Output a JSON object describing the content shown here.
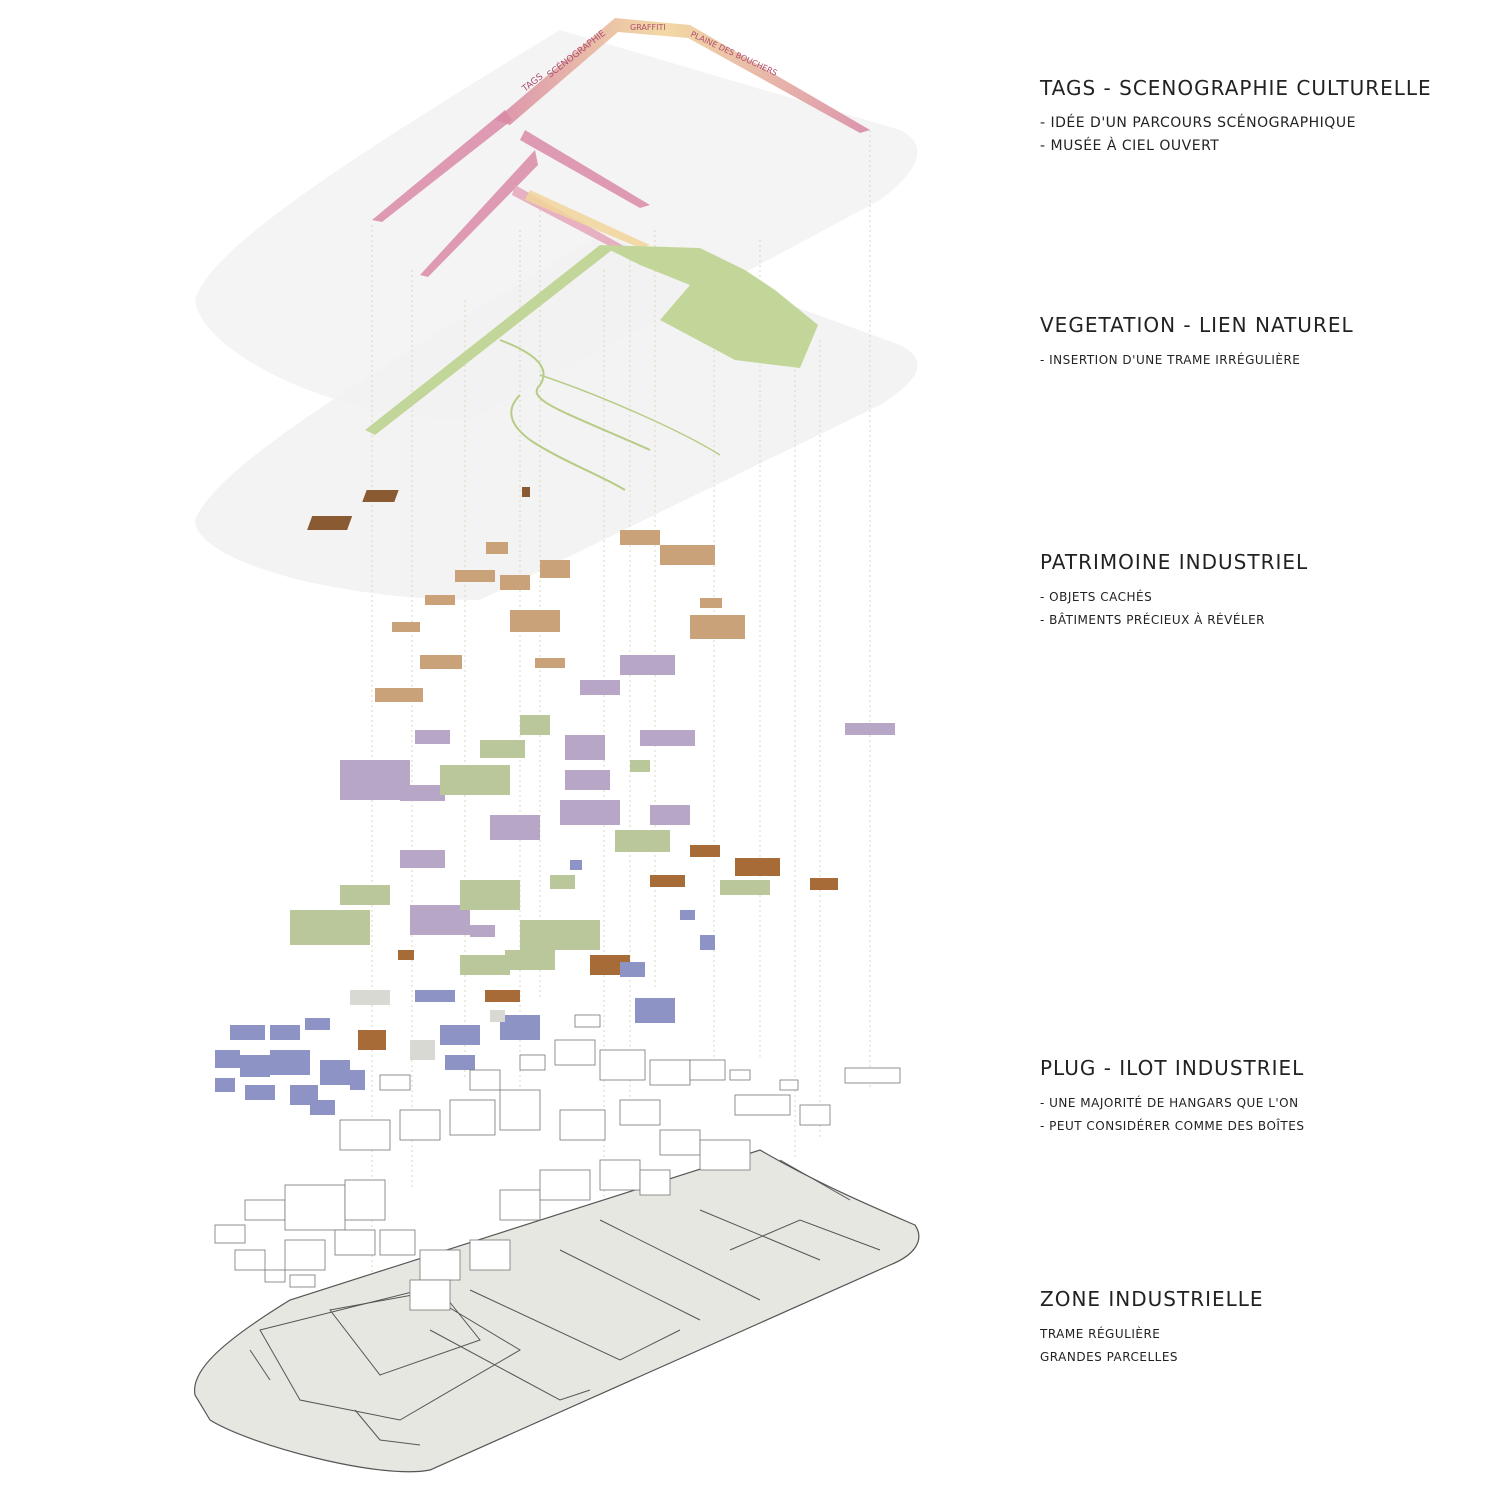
{
  "layers": [
    {
      "title": "TAGS - SCENOGRAPHIE CULTURELLE",
      "items": [
        "- IDÉE D'UN PARCOURS SCÉNOGRAPHIQUE",
        "- MUSÉE À CIEL OUVERT"
      ]
    },
    {
      "title": "VEGETATION - LIEN NATUREL",
      "items": [
        "- INSERTION D'UNE TRAME IRRÉGULIÈRE"
      ]
    },
    {
      "title": "PATRIMOINE INDUSTRIEL",
      "items": [
        "- OBJETS CACHÉS",
        "- BÂTIMENTS PRÉCIEUX À RÉVÉLER"
      ]
    },
    {
      "title": "PLUG - ILOT INDUSTRIEL",
      "items": [
        "- UNE MAJORITÉ DE HANGARS QUE L'ON",
        "- PEUT CONSIDÉRER COMME DES BOÎTES"
      ]
    },
    {
      "title": "ZONE INDUSTRIELLE",
      "items": [
        "TRAME RÉGULIÈRE",
        "GRANDES PARCELLES"
      ]
    }
  ],
  "ribbon_labels": [
    "TAGS",
    "SCÉNOGRAPHIE",
    "GRAFFITI",
    "PLAINE DES BOUCHERS"
  ],
  "colors": {
    "tags_pink": "#d98aa6",
    "tags_yellow": "#f1d59a",
    "vegetation": "#c3d69a",
    "patrimoine_brown": "#c9a27a",
    "patrimoine_dark": "#8a5a33",
    "hangars_purple": "#b8a6c6",
    "hangars_green": "#b9c79a",
    "boxes_blue": "#8d93c4",
    "zone_grey": "#e6e7e1",
    "plane": "#f3f3f3"
  }
}
